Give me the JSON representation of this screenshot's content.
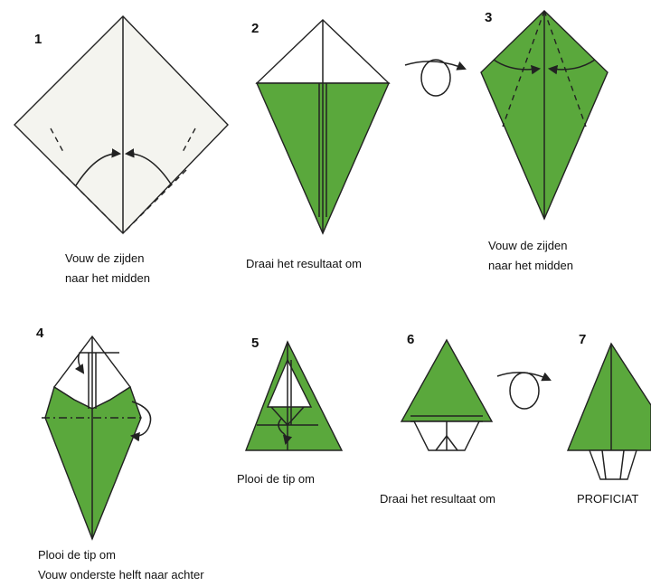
{
  "steps": [
    {
      "number": "1",
      "caption_lines": [
        "Vouw de zijden",
        "naar het midden"
      ]
    },
    {
      "number": "2",
      "caption_lines": [
        "Draai het resultaat om"
      ]
    },
    {
      "number": "3",
      "caption_lines": [
        "Vouw de zijden",
        "naar het midden"
      ]
    },
    {
      "number": "4",
      "caption_lines": [
        "Plooi de tip om",
        "Vouw onderste helft naar achter"
      ]
    },
    {
      "number": "5",
      "caption_lines": [
        "Plooi de tip om"
      ]
    },
    {
      "number": "6",
      "caption_lines": [
        "Draai het resultaat om"
      ]
    },
    {
      "number": "7",
      "caption_lines": [
        "PROFICIAT"
      ]
    }
  ],
  "colors": {
    "paper_green": "#5aa83c",
    "paper_back": "#f4f4ef",
    "outline": "#222222"
  },
  "icons": [
    "turn-over-arrow-icon",
    "turn-over-arrow-icon"
  ]
}
